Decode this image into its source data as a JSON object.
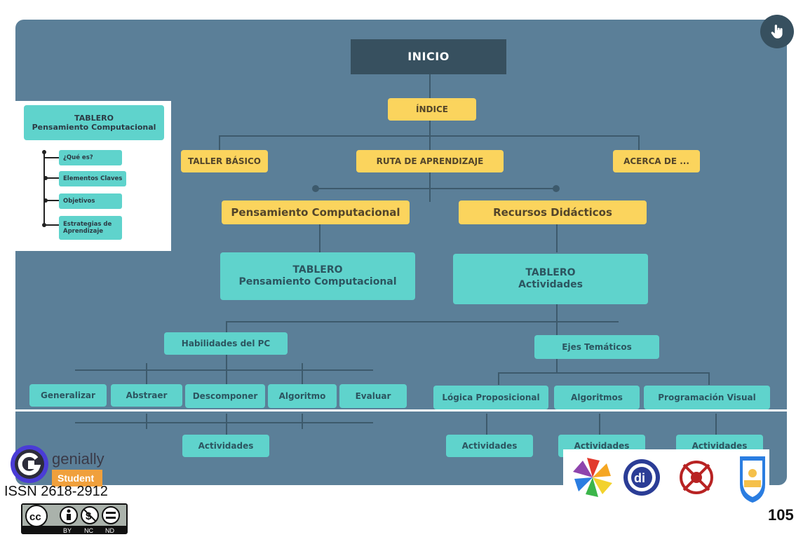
{
  "diagram": {
    "inicio": "INICIO",
    "indice": "ÍNDICE",
    "taller_basico": "TALLER BÁSICO",
    "ruta": "RUTA DE APRENDIZAJE",
    "acerca": "ACERCA DE ...",
    "pensamiento": "Pensamiento Computacional",
    "recursos": "Recursos Didácticos",
    "tablero_pc": "TABLERO\nPensamiento Computacional",
    "tablero_act": "TABLERO\nActividades",
    "habilidades": "Habilidades del PC",
    "ejes": "Ejes Temáticos",
    "skills": [
      "Generalizar",
      "Abstraer",
      "Descomponer",
      "Algoritmo",
      "Evaluar"
    ],
    "topics": [
      "Lógica Proposicional",
      "Algoritmos",
      "Programación Visual"
    ],
    "actividades": "Actividades"
  },
  "side_panel": {
    "title": "TABLERO\nPensamiento Computacional",
    "items": [
      "¿Qué es?",
      "Elementos Claves",
      "Objetivos",
      "Estrategias de Aprendizaje"
    ]
  },
  "footer": {
    "genially_brand": "genially",
    "genially_tag": "Student",
    "issn": "ISSN 2618-2912",
    "cc_labels": [
      "BY",
      "NC",
      "ND"
    ],
    "page_number": "105"
  },
  "colors": {
    "board": "#5b7f98",
    "dark_box": "#37505f",
    "yellow_box": "#fbd45d",
    "teal_box": "#5fd3cc"
  },
  "icons": [
    "hand-pointer-icon",
    "genially-logo",
    "creative-commons-icon",
    "institution-logos"
  ]
}
